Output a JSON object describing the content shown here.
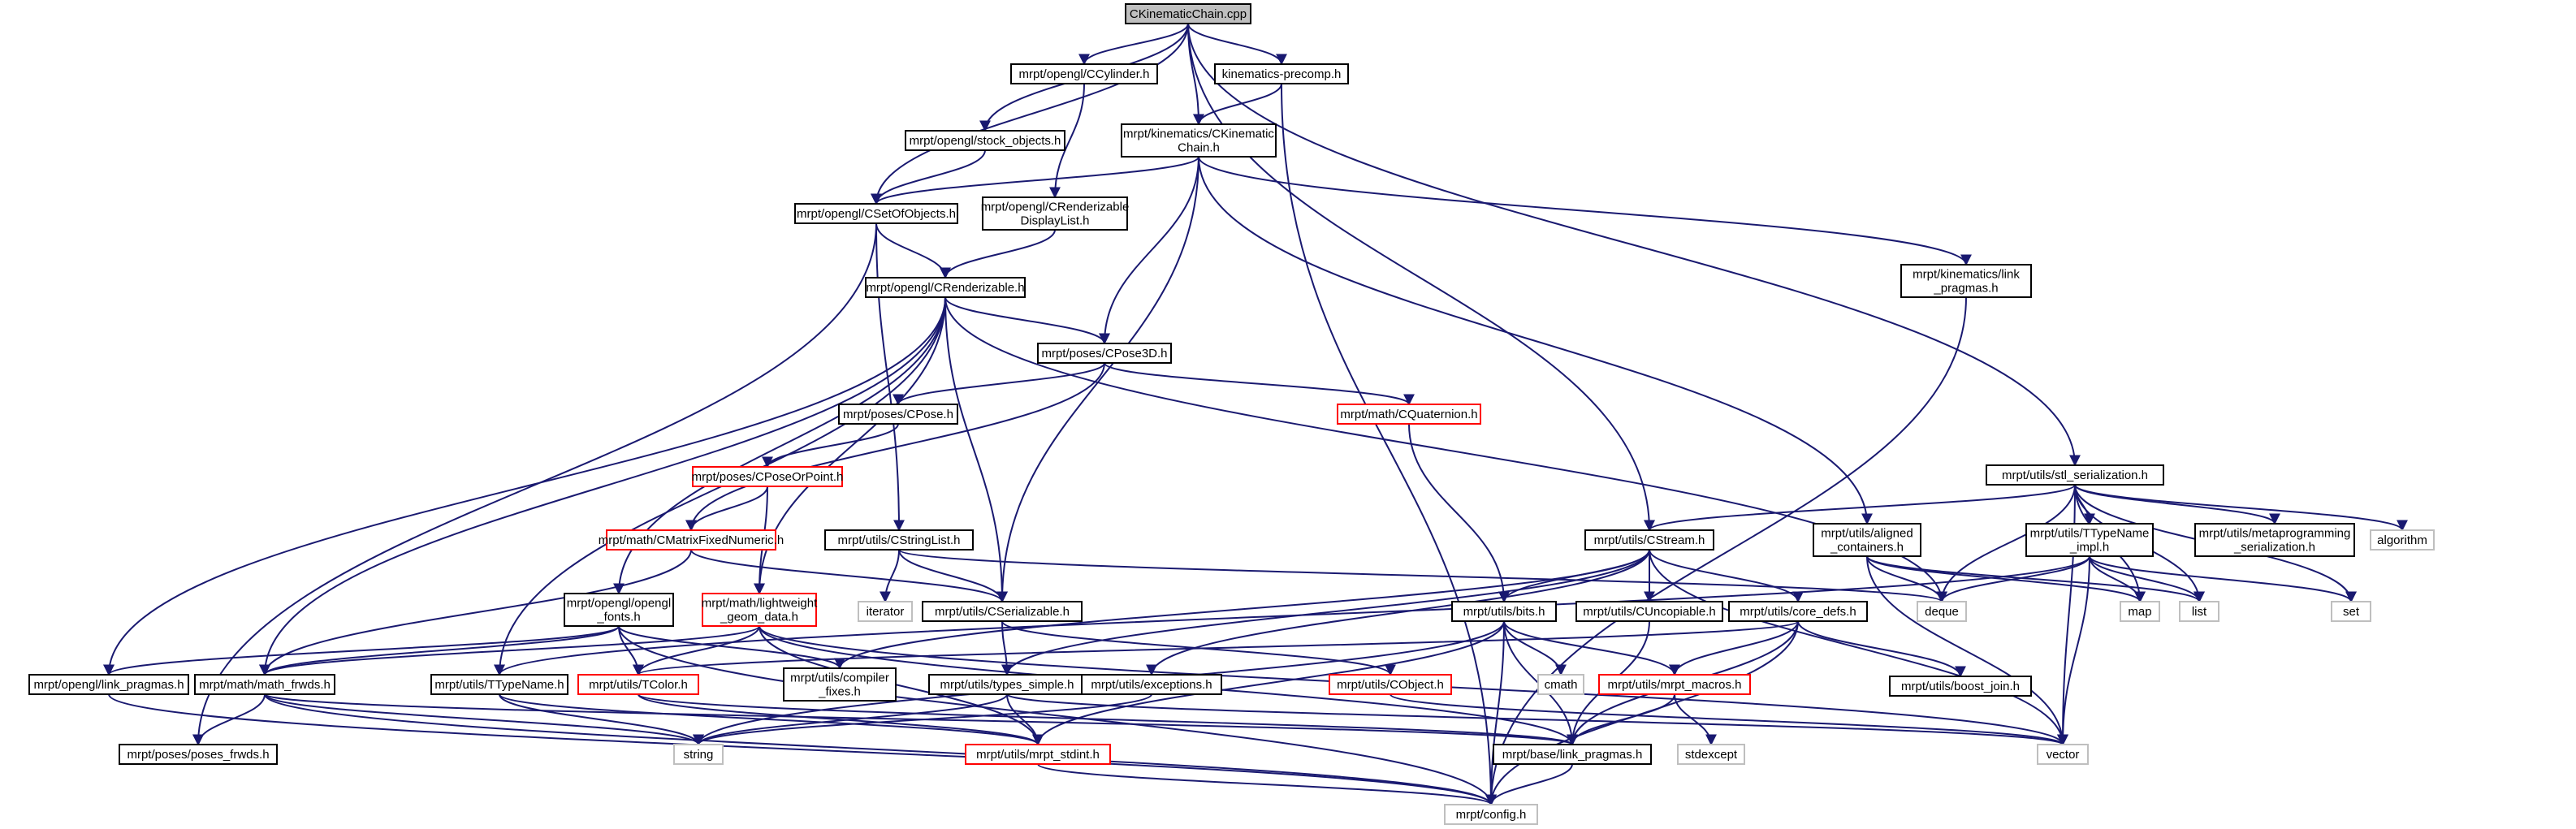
{
  "colors": {
    "edge": "#191970",
    "border_normal": "#000000",
    "border_truncated": "#ff0000",
    "border_external": "#bfbfbf",
    "fill_root": "#bfbfbf",
    "fill_default": "#ffffff",
    "text": "#000000"
  },
  "nodes": [
    {
      "id": "root",
      "kind": "root",
      "label": [
        "CKinematicChain.cpp"
      ]
    },
    {
      "id": "ccylinder",
      "kind": "normal",
      "label": [
        "mrpt/opengl/CCylinder.h"
      ]
    },
    {
      "id": "kinprecomp",
      "kind": "normal",
      "label": [
        "kinematics-precomp.h"
      ]
    },
    {
      "id": "stockobj",
      "kind": "normal",
      "label": [
        "mrpt/opengl/stock_objects.h"
      ]
    },
    {
      "id": "ckinchain",
      "kind": "normal",
      "label": [
        "mrpt/kinematics/CKinematic",
        "Chain.h"
      ]
    },
    {
      "id": "csetobj",
      "kind": "normal",
      "label": [
        "mrpt/opengl/CSetOfObjects.h"
      ]
    },
    {
      "id": "crenddisp",
      "kind": "normal",
      "label": [
        "mrpt/opengl/CRenderizable",
        "DisplayList.h"
      ]
    },
    {
      "id": "crend",
      "kind": "normal",
      "label": [
        "mrpt/opengl/CRenderizable.h"
      ]
    },
    {
      "id": "klinkpragmas",
      "kind": "normal",
      "label": [
        "mrpt/kinematics/link",
        "_pragmas.h"
      ]
    },
    {
      "id": "cpose3d",
      "kind": "normal",
      "label": [
        "mrpt/poses/CPose3D.h"
      ]
    },
    {
      "id": "cquat",
      "kind": "truncated",
      "label": [
        "mrpt/math/CQuaternion.h"
      ]
    },
    {
      "id": "cpose",
      "kind": "normal",
      "label": [
        "mrpt/poses/CPose.h"
      ]
    },
    {
      "id": "cposeorpoint",
      "kind": "truncated",
      "label": [
        "mrpt/poses/CPoseOrPoint.h"
      ]
    },
    {
      "id": "cmatfixed",
      "kind": "truncated",
      "label": [
        "mrpt/math/CMatrixFixedNumeric.h"
      ]
    },
    {
      "id": "cstringlist",
      "kind": "normal",
      "label": [
        "mrpt/utils/CStringList.h"
      ]
    },
    {
      "id": "stlser",
      "kind": "normal",
      "label": [
        "mrpt/utils/stl_serialization.h"
      ]
    },
    {
      "id": "cstream",
      "kind": "normal",
      "label": [
        "mrpt/utils/CStream.h"
      ]
    },
    {
      "id": "aligned",
      "kind": "normal",
      "label": [
        "mrpt/utils/aligned",
        "_containers.h"
      ]
    },
    {
      "id": "ttypeimpl",
      "kind": "normal",
      "label": [
        "mrpt/utils/TTypeName",
        "_impl.h"
      ]
    },
    {
      "id": "metaprog",
      "kind": "normal",
      "label": [
        "mrpt/utils/metaprogramming",
        "_serialization.h"
      ]
    },
    {
      "id": "algorithm",
      "kind": "external",
      "label": [
        "algorithm"
      ]
    },
    {
      "id": "openglfonts",
      "kind": "normal",
      "label": [
        "mrpt/opengl/opengl",
        "_fonts.h"
      ]
    },
    {
      "id": "lwgeom",
      "kind": "truncated",
      "label": [
        "mrpt/math/lightweight",
        "_geom_data.h"
      ]
    },
    {
      "id": "iterator",
      "kind": "external",
      "label": [
        "iterator"
      ]
    },
    {
      "id": "cserial",
      "kind": "normal",
      "label": [
        "mrpt/utils/CSerializable.h"
      ]
    },
    {
      "id": "bits",
      "kind": "normal",
      "label": [
        "mrpt/utils/bits.h"
      ]
    },
    {
      "id": "cuncopi",
      "kind": "normal",
      "label": [
        "mrpt/utils/CUncopiable.h"
      ]
    },
    {
      "id": "coredefs",
      "kind": "normal",
      "label": [
        "mrpt/utils/core_defs.h"
      ]
    },
    {
      "id": "deque",
      "kind": "external",
      "label": [
        "deque"
      ]
    },
    {
      "id": "map",
      "kind": "external",
      "label": [
        "map"
      ]
    },
    {
      "id": "list",
      "kind": "external",
      "label": [
        "list"
      ]
    },
    {
      "id": "set",
      "kind": "external",
      "label": [
        "set"
      ]
    },
    {
      "id": "olinkpragmas",
      "kind": "normal",
      "label": [
        "mrpt/opengl/link_pragmas.h"
      ]
    },
    {
      "id": "mathfrwds",
      "kind": "normal",
      "label": [
        "mrpt/math/math_frwds.h"
      ]
    },
    {
      "id": "ttypename",
      "kind": "normal",
      "label": [
        "mrpt/utils/TTypeName.h"
      ]
    },
    {
      "id": "tcolor",
      "kind": "truncated",
      "label": [
        "mrpt/utils/TColor.h"
      ]
    },
    {
      "id": "compfixes",
      "kind": "normal",
      "label": [
        "mrpt/utils/compiler",
        "_fixes.h"
      ]
    },
    {
      "id": "typessimple",
      "kind": "normal",
      "label": [
        "mrpt/utils/types_simple.h"
      ]
    },
    {
      "id": "exceptions",
      "kind": "normal",
      "label": [
        "mrpt/utils/exceptions.h"
      ]
    },
    {
      "id": "cobject",
      "kind": "truncated",
      "label": [
        "mrpt/utils/CObject.h"
      ]
    },
    {
      "id": "cmath",
      "kind": "external",
      "label": [
        "cmath"
      ]
    },
    {
      "id": "mrptmacros",
      "kind": "truncated",
      "label": [
        "mrpt/utils/mrpt_macros.h"
      ]
    },
    {
      "id": "boostjoin",
      "kind": "normal",
      "label": [
        "mrpt/utils/boost_join.h"
      ]
    },
    {
      "id": "posesfrwds",
      "kind": "normal",
      "label": [
        "mrpt/poses/poses_frwds.h"
      ]
    },
    {
      "id": "string",
      "kind": "external",
      "label": [
        "string"
      ]
    },
    {
      "id": "mrptstdint",
      "kind": "truncated",
      "label": [
        "mrpt/utils/mrpt_stdint.h"
      ]
    },
    {
      "id": "blinkpragmas",
      "kind": "normal",
      "label": [
        "mrpt/base/link_pragmas.h"
      ]
    },
    {
      "id": "stdexcept",
      "kind": "external",
      "label": [
        "stdexcept"
      ]
    },
    {
      "id": "vector",
      "kind": "external",
      "label": [
        "vector"
      ]
    },
    {
      "id": "config",
      "kind": "external",
      "label": [
        "mrpt/config.h"
      ]
    }
  ]
}
